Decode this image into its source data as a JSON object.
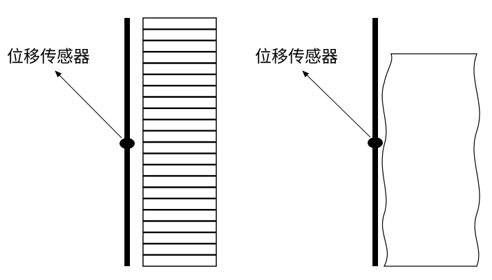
{
  "labels": {
    "left_sensor": "位移传感器",
    "right_sensor": "位移传感器"
  },
  "panels": {
    "left": {
      "specimen": "striped-rectangle"
    },
    "right": {
      "specimen": "wavy-edged-block"
    }
  },
  "colors": {
    "ink": "#000000",
    "background": "#ffffff"
  }
}
